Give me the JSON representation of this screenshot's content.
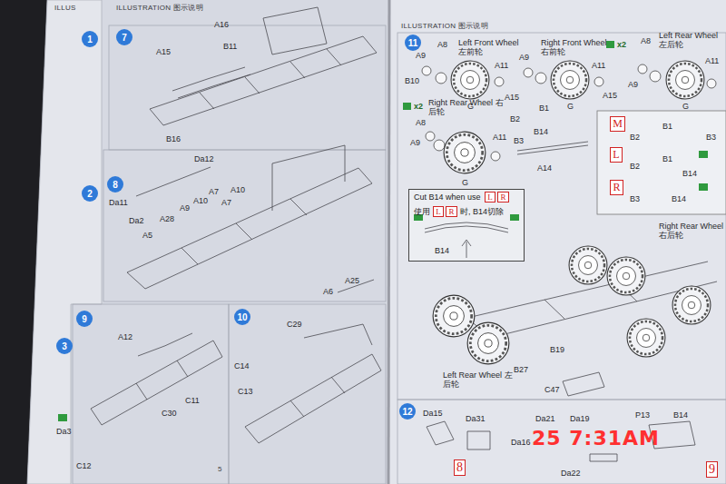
{
  "diagram": {
    "nodes": [
      {
        "text": [
          "1"
        ]
      },
      {
        "text": [
          "7"
        ]
      },
      {
        "text": [
          "2"
        ]
      },
      {
        "text": [
          "8"
        ]
      },
      {
        "text": [
          "3"
        ]
      },
      {
        "text": [
          "9"
        ]
      },
      {
        "text": [
          "10"
        ]
      },
      {
        "text": [
          "11"
        ]
      },
      {
        "text": [
          "Cut B14 when use",
          "使用",
          "时, B14切除",
          "B14"
        ]
      },
      {
        "text": [
          "L"
        ],
        "in": 8
      },
      {
        "text": [
          "R"
        ],
        "in": 8
      },
      {
        "text": [
          "L"
        ],
        "in": 8
      },
      {
        "text": [
          "R"
        ],
        "in": 8
      },
      {
        "text": [
          "M"
        ]
      },
      {
        "text": [
          "L"
        ]
      },
      {
        "text": [
          "R"
        ]
      },
      {
        "text": [
          "12"
        ]
      },
      {
        "text": [
          "8"
        ]
      },
      {
        "text": [
          "9"
        ]
      }
    ],
    "labels": [
      "ILLUS",
      "ILLUSTRATION 图示说明",
      "A15",
      "A16",
      "B11",
      "B16",
      "Da12",
      "Da11",
      "Da2",
      "A5",
      "A28",
      "A9",
      "A10",
      "A7",
      "A7",
      "A10",
      "A6",
      "A25",
      "A12",
      "C11",
      "C30",
      "C12",
      "C29",
      "C14",
      "C13",
      "Da3",
      "5",
      "ILLUSTRATION 图示说明",
      "A8",
      "A9",
      "B10",
      "Left Front Wheel 左前轮",
      "A11",
      "A15",
      "G",
      "Right Front Wheel 右前轮",
      "A9",
      "A11",
      "A15",
      "G",
      "x2",
      "A8",
      "Left Rear Wheel 左后轮",
      "A9",
      "A11",
      "G",
      "x2",
      "Right Rear Wheel 右后轮",
      "A8",
      "A9",
      "A11",
      "G",
      "B2",
      "B1",
      "B14",
      "B3",
      "A14",
      "B2",
      "B1",
      "B3",
      "B2",
      "B1",
      "B14",
      "B3",
      "B14",
      "Right Rear Wheel 右后轮",
      "Left Rear Wheel 左后轮",
      "B19",
      "B27",
      "C47",
      "Da15",
      "Da31",
      "Da21",
      "Da19",
      "Da16",
      "Da22",
      "P13",
      "B14",
      "25 7:31AM"
    ]
  }
}
